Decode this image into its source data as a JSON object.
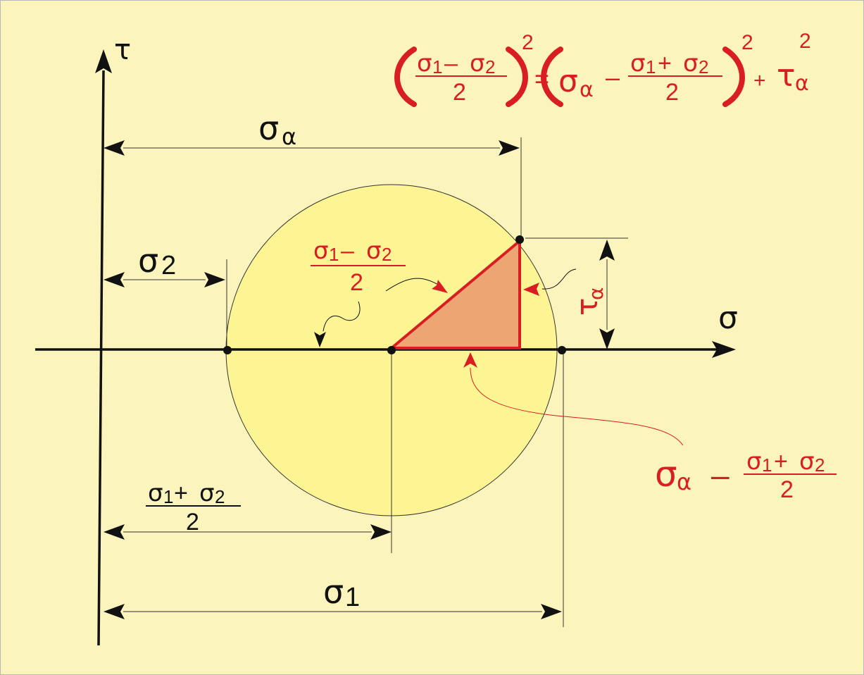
{
  "axes": {
    "tau_label": "τ",
    "sigma_label": "σ"
  },
  "labels": {
    "sigma_alpha": {
      "base": "σ",
      "sub": "α"
    },
    "sigma_2": {
      "base": "σ",
      "sub": "2"
    },
    "sigma_1": {
      "base": "σ",
      "sub": "1"
    },
    "mean_stress": {
      "s": "σ",
      "n1": "1",
      "op": "+",
      "n2": "2",
      "den": "2"
    },
    "radius_frac": {
      "s": "σ",
      "n1": "1",
      "op": "–",
      "n2": "2",
      "den": "2"
    },
    "tau_alpha": {
      "base": "τ",
      "sub": "α"
    },
    "offset_expr": {
      "s": "σ",
      "sub": "α",
      "minus": "–",
      "n1": "1",
      "op": "+",
      "n2": "2",
      "den": "2"
    }
  },
  "formula": {
    "lhs_s": "σ",
    "lhs_n1": "1",
    "lhs_op": "–",
    "lhs_n2": "2",
    "lhs_den": "2",
    "lhs_exp": "2",
    "eq": "=",
    "rhs_s": "σ",
    "rhs_sub": "α",
    "rhs_minus": "–",
    "rhs_n1": "1",
    "rhs_op": "+",
    "rhs_n2": "2",
    "rhs_den": "2",
    "rhs_exp": "2",
    "plus": "+",
    "tau": "τ",
    "tau_sub": "α",
    "tau_exp": "2"
  },
  "colors": {
    "background": "#fbf4bd",
    "circle_fill": "#fdf593",
    "triangle_fill": "#eea574",
    "accent_red": "#d81e23",
    "ink": "#111111"
  }
}
